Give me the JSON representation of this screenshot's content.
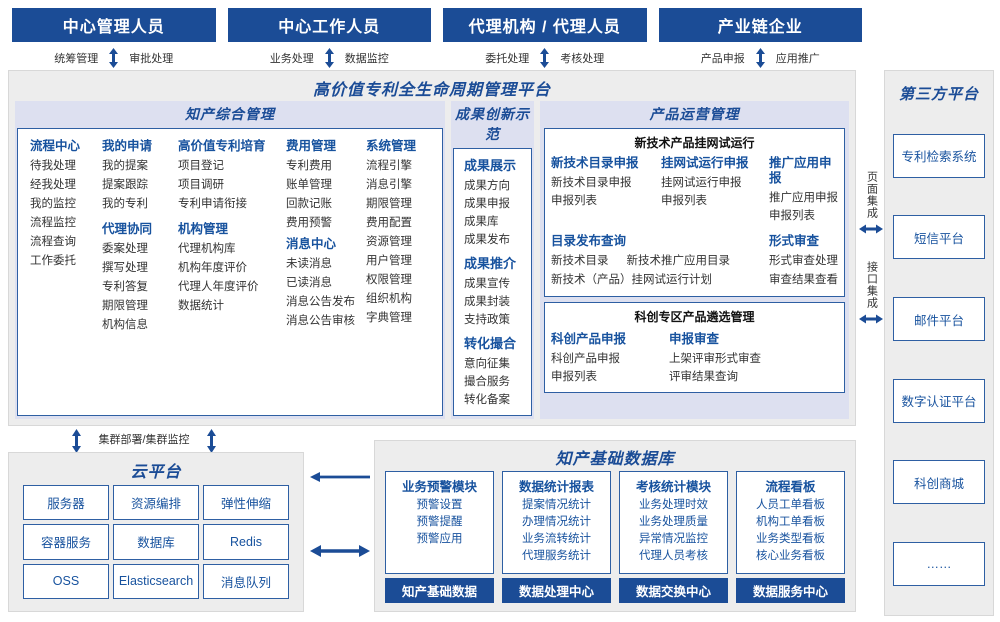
{
  "colors": {
    "brand_blue": "#1B4C96",
    "accent_blue": "#17529E",
    "panel_bg": "#DDE0F0",
    "frame_bg": "#EDEDED",
    "border_blue": "#2E5FA3"
  },
  "roles": [
    {
      "title": "中心管理人员",
      "left_action": "统筹管理",
      "right_action": "审批处理"
    },
    {
      "title": "中心工作人员",
      "left_action": "业务处理",
      "right_action": "数据监控"
    },
    {
      "title": "代理机构 / 代理人员",
      "left_action": "委托处理",
      "right_action": "考核处理"
    },
    {
      "title": "产业链企业",
      "left_action": "产品申报",
      "right_action": "应用推广"
    }
  ],
  "platform": {
    "title": "高价值专利全生命周期管理平台",
    "zhichan": {
      "title": "知产综合管理",
      "columns": [
        {
          "groups": [
            {
              "name": "流程中心",
              "items": [
                "待我处理",
                "经我处理",
                "我的监控",
                "流程监控",
                "流程查询",
                "工作委托"
              ]
            }
          ]
        },
        {
          "groups": [
            {
              "name": "我的申请",
              "items": [
                "我的提案",
                "提案跟踪",
                "我的专利"
              ]
            },
            {
              "name": "代理协同",
              "items": [
                "委案处理",
                "撰写处理",
                "专利答复",
                "期限管理",
                "机构信息"
              ]
            }
          ]
        },
        {
          "groups": [
            {
              "name": "高价值专利培育",
              "items": [
                "项目登记",
                "项目调研",
                "专利申请衔接"
              ]
            },
            {
              "name": "机构管理",
              "items": [
                "代理机构库",
                "机构年度评价",
                "代理人年度评价",
                "数据统计"
              ]
            }
          ]
        },
        {
          "groups": [
            {
              "name": "费用管理",
              "items": [
                "专利费用",
                "账单管理",
                "回款记账",
                "费用预警"
              ]
            },
            {
              "name": "消息中心",
              "items": [
                "未读消息",
                "已读消息",
                "消息公告发布",
                "消息公告审核"
              ]
            }
          ]
        },
        {
          "groups": [
            {
              "name": "系统管理",
              "items": [
                "流程引擎",
                "消息引擎",
                "期限管理",
                "费用配置",
                "资源管理",
                "用户管理",
                "权限管理",
                "组织机构",
                "字典管理"
              ]
            }
          ]
        }
      ]
    },
    "chengguo": {
      "title": "成果创新示范",
      "groups": [
        {
          "name": "成果展示",
          "items": [
            "成果方向",
            "成果申报",
            "成果库",
            "成果发布"
          ]
        },
        {
          "name": "成果推介",
          "items": [
            "成果宣传",
            "成果封装",
            "支持政策"
          ]
        },
        {
          "name": "转化撮合",
          "items": [
            "意向征集",
            "撮合服务",
            "转化备案"
          ]
        }
      ]
    },
    "chanpin": {
      "title": "产品运营管理",
      "box1": {
        "title": "新技术产品挂网试运行",
        "columns": [
          {
            "name": "新技术目录申报",
            "items": [
              "新技术目录申报",
              "申报列表"
            ]
          },
          {
            "name": "挂网试运行申报",
            "items": [
              "挂网试运行申报",
              "申报列表"
            ]
          },
          {
            "name": "推广应用申报",
            "items": [
              "推广应用申报",
              "申报列表"
            ]
          }
        ],
        "lower_left": {
          "name": "目录发布查询",
          "row1": [
            "新技术目录",
            "新技术推广应用目录"
          ],
          "row2": [
            "新技术（产品）挂网试运行计划"
          ]
        },
        "lower_right": {
          "name": "形式审查",
          "items": [
            "形式审查处理",
            "审查结果查看"
          ]
        }
      },
      "box2": {
        "title": "科创专区产品遴选管理",
        "columns": [
          {
            "name": "科创产品申报",
            "items": [
              "科创产品申报",
              "申报列表"
            ]
          },
          {
            "name": "申报审查",
            "items": [
              "上架评审形式审查",
              "评审结果查询"
            ]
          }
        ]
      }
    }
  },
  "integration": [
    {
      "label": "页面集成"
    },
    {
      "label": "接口集成"
    }
  ],
  "third_party": {
    "title": "第三方平台",
    "items": [
      "专利检索系统",
      "短信平台",
      "邮件平台",
      "数字认证平台",
      "科创商城",
      "……"
    ]
  },
  "cluster": {
    "label": "集群部署/集群监控"
  },
  "cloud": {
    "title": "云平台",
    "cells": [
      "服务器",
      "资源编排",
      "弹性伸缩",
      "容器服务",
      "数据库",
      "Redis",
      "OSS",
      "Elasticsearch",
      "消息队列"
    ]
  },
  "kdb": {
    "title": "知产基础数据库",
    "columns": [
      {
        "header": "业务预警模块",
        "items": [
          "预警设置",
          "预警提醒",
          "预警应用"
        ],
        "footer": "知产基础数据"
      },
      {
        "header": "数据统计报表",
        "items": [
          "提案情况统计",
          "办理情况统计",
          "业务流转统计",
          "代理服务统计"
        ],
        "footer": "数据处理中心"
      },
      {
        "header": "考核统计模块",
        "items": [
          "业务处理时效",
          "业务处理质量",
          "异常情况监控",
          "代理人员考核"
        ],
        "footer": "数据交换中心"
      },
      {
        "header": "流程看板",
        "items": [
          "人员工单看板",
          "机构工单看板",
          "业务类型看板",
          "核心业务看板"
        ],
        "footer": "数据服务中心"
      }
    ]
  }
}
